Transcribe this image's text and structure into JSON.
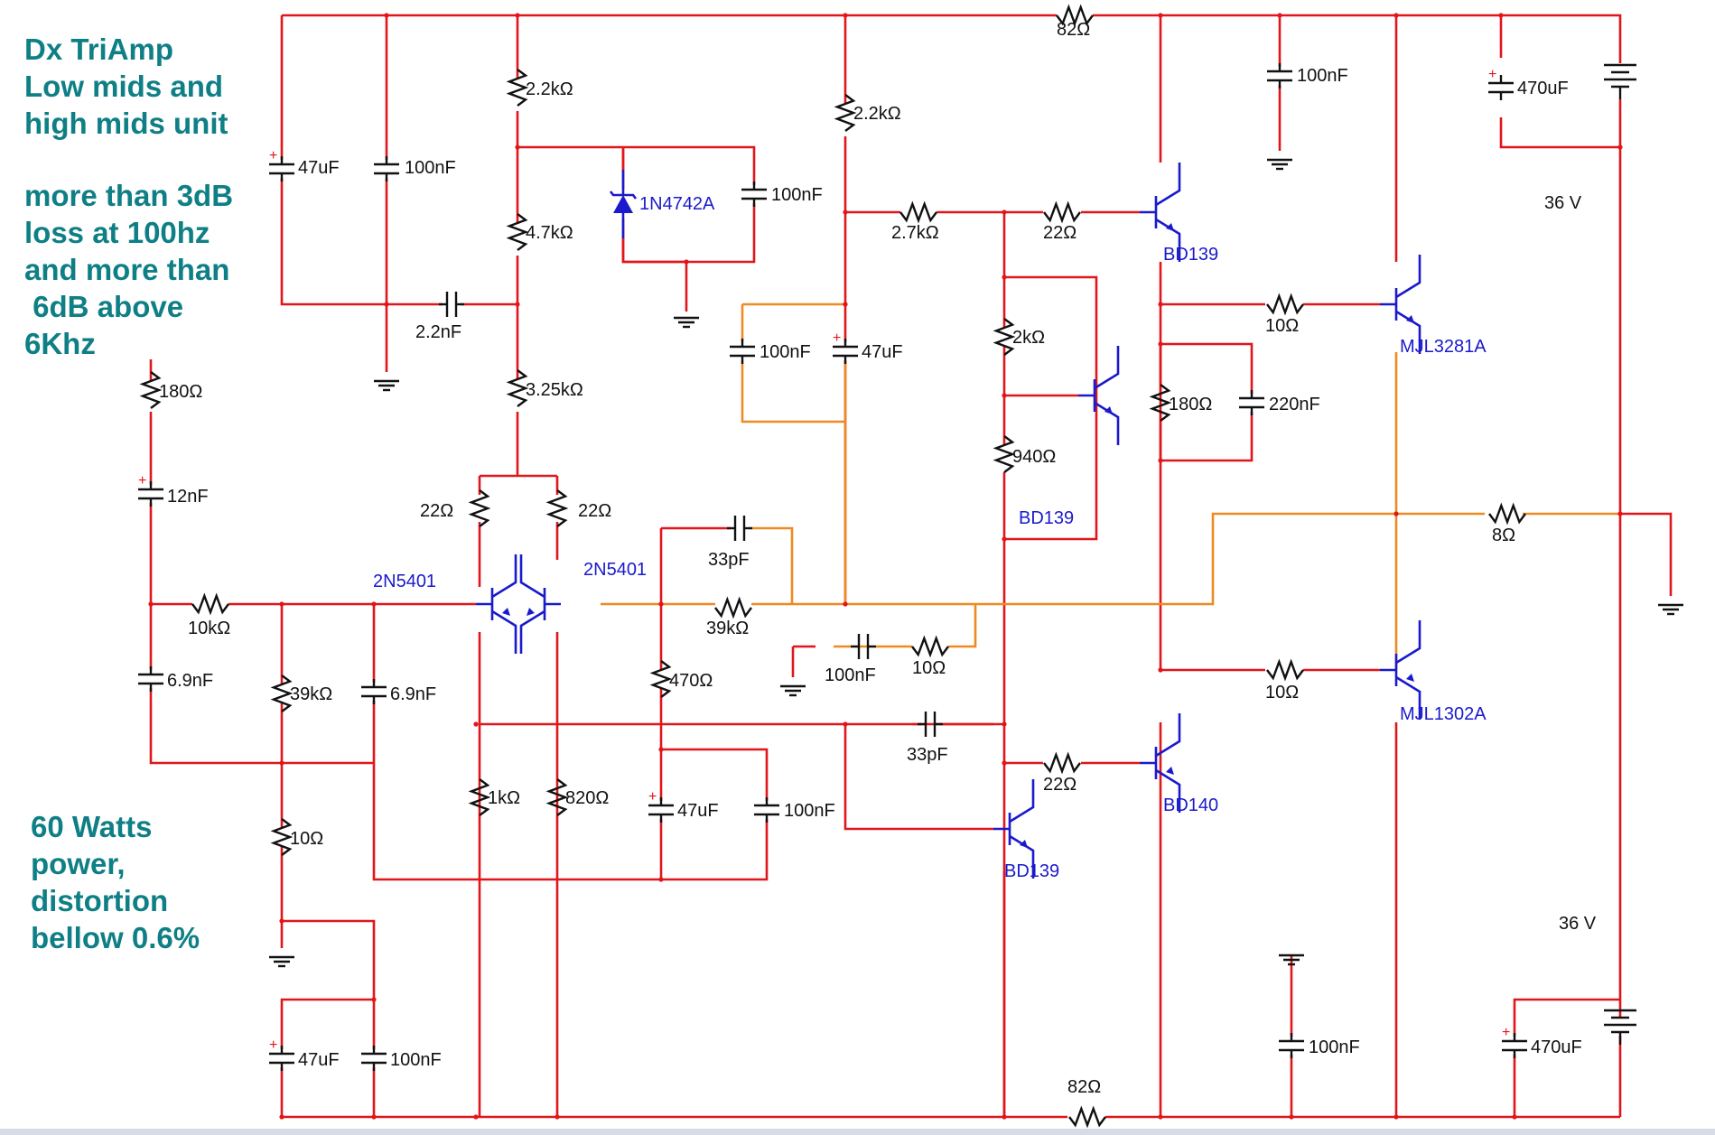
{
  "notes": {
    "title": [
      "Dx TriAmp",
      "Low mids and",
      "high mids unit"
    ],
    "response": [
      "more than 3dB",
      "loss at 100hz",
      "and more than",
      " 6dB above",
      "6Khz"
    ],
    "power": [
      "60 Watts",
      "power,",
      "distortion",
      "bellow 0.6%"
    ]
  },
  "colors": {
    "note_text": "#0f7f86",
    "wire": "#e0161b",
    "output_wire": "#ee8a22",
    "part_label": "#1a1acc"
  },
  "supply": {
    "top": "36 V",
    "bottom": "36 V"
  },
  "resistors": [
    {
      "id": "r-82-top",
      "label": "82Ω"
    },
    {
      "id": "r-2k2-a",
      "label": "2.2kΩ"
    },
    {
      "id": "r-2k2-b",
      "label": "2.2kΩ"
    },
    {
      "id": "r-4k7",
      "label": "4.7kΩ"
    },
    {
      "id": "r-3k25",
      "label": "3.25kΩ"
    },
    {
      "id": "r-2k7",
      "label": "2.7kΩ"
    },
    {
      "id": "r-22-driver",
      "label": "22Ω"
    },
    {
      "id": "r-2k",
      "label": "2kΩ"
    },
    {
      "id": "r-940",
      "label": "940Ω"
    },
    {
      "id": "r-10-top",
      "label": "10Ω"
    },
    {
      "id": "r-180-bias",
      "label": "180Ω"
    },
    {
      "id": "r-8-load",
      "label": "8Ω"
    },
    {
      "id": "r-180-input",
      "label": "180Ω"
    },
    {
      "id": "r-10k",
      "label": "10kΩ"
    },
    {
      "id": "r-39k-a",
      "label": "39kΩ"
    },
    {
      "id": "r-22-left",
      "label": "22Ω"
    },
    {
      "id": "r-22-right",
      "label": "22Ω"
    },
    {
      "id": "r-39k-fb",
      "label": "39kΩ"
    },
    {
      "id": "r-470",
      "label": "470Ω"
    },
    {
      "id": "r-10-zobel",
      "label": "10Ω"
    },
    {
      "id": "r-1k",
      "label": "1kΩ"
    },
    {
      "id": "r-820",
      "label": "820Ω"
    },
    {
      "id": "r-10-gnd",
      "label": "10Ω"
    },
    {
      "id": "r-10-bottom",
      "label": "10Ω"
    },
    {
      "id": "r-22-bottom",
      "label": "22Ω"
    },
    {
      "id": "r-82-bottom",
      "label": "82Ω"
    }
  ],
  "capacitors": [
    {
      "id": "c-47u-a",
      "label": "47uF"
    },
    {
      "id": "c-100n-a",
      "label": "100nF"
    },
    {
      "id": "c-2n2",
      "label": "2.2nF"
    },
    {
      "id": "c-100n-zener",
      "label": "100nF"
    },
    {
      "id": "c-100n-vas",
      "label": "100nF"
    },
    {
      "id": "c-47u-vas",
      "label": "47uF"
    },
    {
      "id": "c-100n-rail-top",
      "label": "100nF"
    },
    {
      "id": "c-470u-top",
      "label": "470uF"
    },
    {
      "id": "c-220n",
      "label": "220nF"
    },
    {
      "id": "c-12n",
      "label": "12nF"
    },
    {
      "id": "c-6n9-a",
      "label": "6.9nF"
    },
    {
      "id": "c-6n9-b",
      "label": "6.9nF"
    },
    {
      "id": "c-33p-top",
      "label": "33pF"
    },
    {
      "id": "c-100n-zobel",
      "label": "100nF"
    },
    {
      "id": "c-33p-bottom",
      "label": "33pF"
    },
    {
      "id": "c-47u-fb",
      "label": "47uF"
    },
    {
      "id": "c-100n-fb",
      "label": "100nF"
    },
    {
      "id": "c-47u-bottom",
      "label": "47uF"
    },
    {
      "id": "c-100n-bottom",
      "label": "100nF"
    },
    {
      "id": "c-100n-rail-bottom",
      "label": "100nF"
    },
    {
      "id": "c-470u-bottom",
      "label": "470uF"
    }
  ],
  "semiconductors": [
    {
      "id": "d-zener",
      "label": "1N4742A"
    },
    {
      "id": "q-driver-top",
      "label": "BD139"
    },
    {
      "id": "q-vbe",
      "label": "BD139"
    },
    {
      "id": "q-out-top",
      "label": "MJL3281A"
    },
    {
      "id": "q-ltp-left",
      "label": "2N5401"
    },
    {
      "id": "q-ltp-right",
      "label": "2N5401"
    },
    {
      "id": "q-out-bottom",
      "label": "MJL1302A"
    },
    {
      "id": "q-driver-bottom",
      "label": "BD140"
    },
    {
      "id": "q-vas",
      "label": "BD139"
    }
  ]
}
